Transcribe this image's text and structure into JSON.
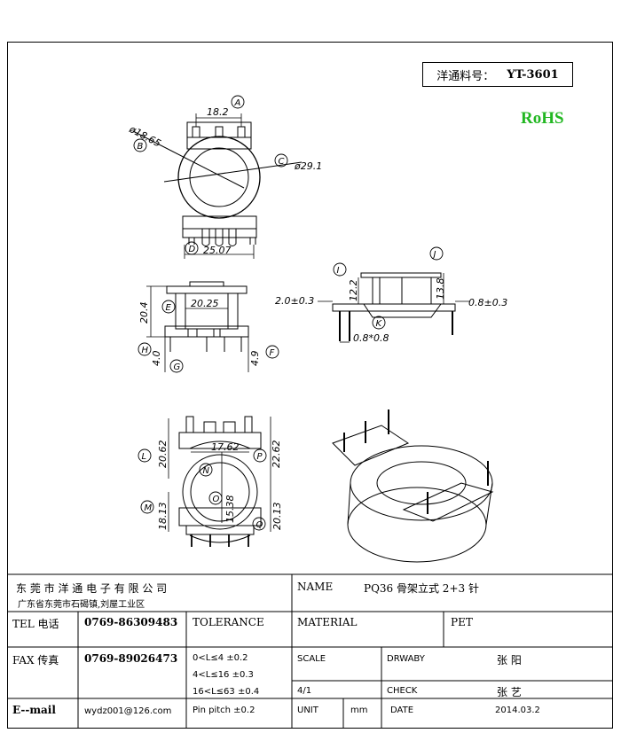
{
  "part": {
    "label": "洋通料号：",
    "number": "YT-3601"
  },
  "rohs": "RoHS",
  "dimensions": {
    "top_pitch": "18.2",
    "dia_inner": "ø18.65",
    "dia_outer": "ø29.1",
    "bottom_width": "25.07",
    "side_height": "20.4",
    "flange_width": "20.25",
    "pin_len_left": "4.0",
    "pin_len_right": "4.9",
    "right_h1": "12.2",
    "right_h2": "13.8",
    "pin_offset": "2.0±0.3",
    "pin_dia": "0.8±0.3",
    "pin_square": "0.8*0.8",
    "h_left_upper": "20.62",
    "h_right_upper": "22.62",
    "inner_width": "17.62",
    "inner_low": "15.38",
    "h_left_lower": "18.13",
    "h_right_lower": "20.13"
  },
  "callouts": [
    "A",
    "B",
    "C",
    "D",
    "E",
    "H",
    "G",
    "F",
    "I",
    "J",
    "K",
    "L",
    "N",
    "P",
    "M",
    "O",
    "Q"
  ],
  "title_block": {
    "company": "东 莞 市 洋 通 电 子 有 限 公 司",
    "address": "广东省东莞市石碣镇,刘屋工业区",
    "name_label": "NAME",
    "name_value": "PQ36 骨架立式 2+3 针",
    "tel_label": "TEL 电话",
    "tel_value": "0769-86309483",
    "tolerance_label": "TOLERANCE",
    "material_label": "MATERIAL",
    "material_value": "PET",
    "fax_label": "FAX 传真",
    "fax_value": "0769-89026473",
    "tol1": "0<L≤4   ±0.2",
    "tol2": "4<L≤16  ±0.3",
    "tol3": "16<L≤63  ±0.4",
    "scale_label": "SCALE",
    "scale_value": "4/1",
    "drawby_label": "DRWABY",
    "drawby_value": "张 阳",
    "check_label": "CHECK",
    "check_value": "张 艺",
    "email_label": "E--mail",
    "email_value": "wydz001@126.com",
    "pin_pitch": "Pin pitch ±0.2",
    "unit_label": "UNIT",
    "unit_value": "mm",
    "date_label": "DATE",
    "date_value": "2014.03.2"
  }
}
